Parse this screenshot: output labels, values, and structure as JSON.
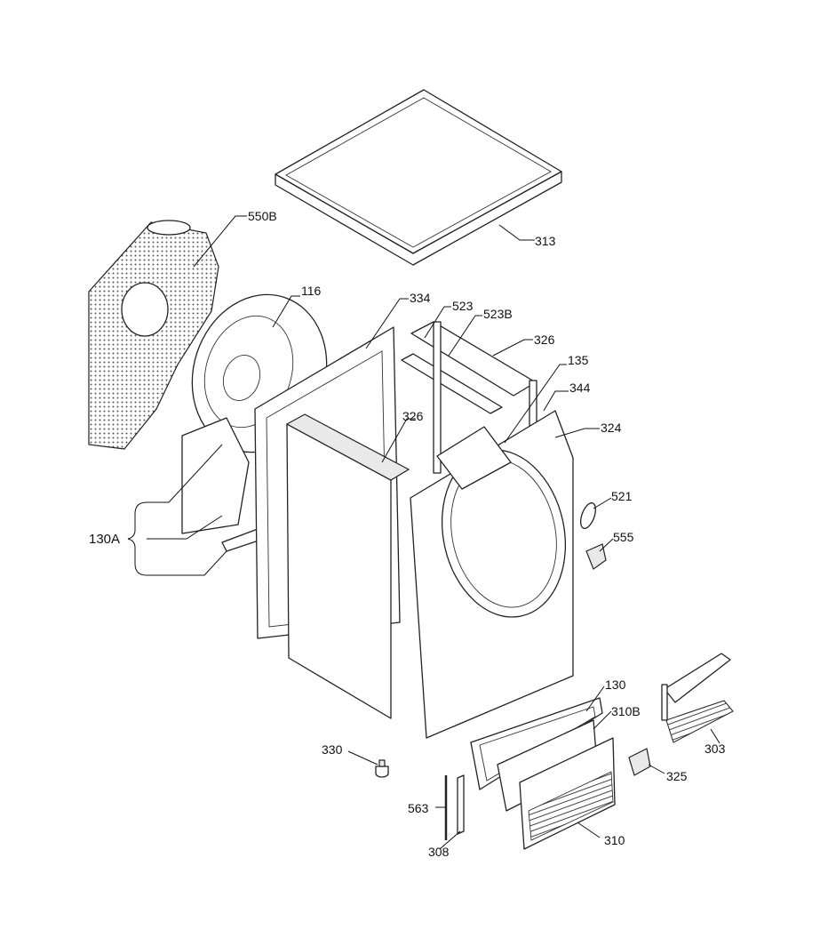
{
  "callouts": {
    "c313": "313",
    "c550B": "550B",
    "c116": "116",
    "c334": "334",
    "c523": "523",
    "c523B": "523B",
    "c326_top": "326",
    "c135": "135",
    "c344": "344",
    "c324": "324",
    "c326_side": "326",
    "c130A": "130A",
    "c521": "521",
    "c555": "555",
    "c130": "130",
    "c310B": "310B",
    "c303": "303",
    "c330": "330",
    "c325": "325",
    "c563": "563",
    "c308": "308",
    "c310": "310"
  }
}
